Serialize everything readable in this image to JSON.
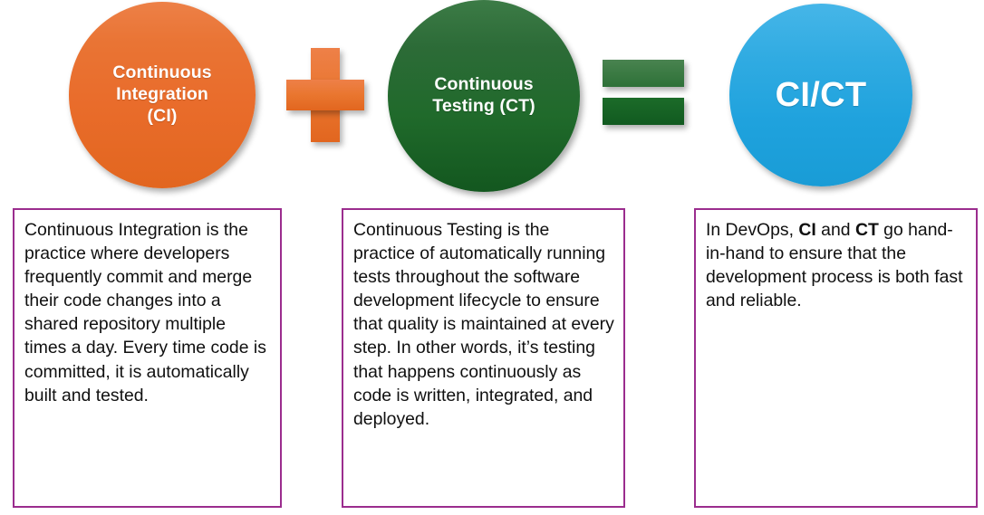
{
  "diagram": {
    "type": "equation-diagram",
    "title_concept": "CI + CT = CI/CT",
    "colors": {
      "ci_orange": "#E9762F",
      "ct_green": "#206A2B",
      "cict_blue": "#1FA2DD",
      "box_border_purple": "#9B2D8E",
      "text_black": "#101010",
      "circle_text_white": "#FFFFFF",
      "background": "#FFFFFF"
    },
    "nodes": [
      {
        "id": "ci",
        "shape": "circle",
        "label": "Continuous\nIntegration\n(CI)",
        "color": "#E9762F"
      },
      {
        "id": "ct",
        "shape": "circle",
        "label": "Continuous\nTesting (CT)",
        "color": "#206A2B"
      },
      {
        "id": "cict",
        "shape": "circle",
        "label": "CI/CT",
        "color": "#1FA2DD"
      }
    ],
    "operators": [
      {
        "id": "plus",
        "symbol": "+",
        "name": "plus-operator",
        "color": "#E9762F"
      },
      {
        "id": "equals",
        "symbol": "=",
        "name": "equals-operator",
        "color": "#206A2B"
      }
    ],
    "boxes": [
      {
        "id": "ci-description",
        "text": "Continuous Integration is the practice where developers frequently commit and merge their code changes into a shared repository multiple times a day. Every time code is committed, it is automatically built and tested."
      },
      {
        "id": "ct-description",
        "text": "Continuous Testing is the practice of automatically running tests throughout the software development lifecycle to ensure that quality is maintained at every step. In other words, it’s testing that happens continuously as code is written, integrated, and deployed."
      },
      {
        "id": "devops-description",
        "segments": [
          {
            "text": "In DevOps, ",
            "bold": false
          },
          {
            "text": "CI",
            "bold": true
          },
          {
            "text": " and ",
            "bold": false
          },
          {
            "text": "CT",
            "bold": true
          },
          {
            "text": " go hand-in-hand to ensure that the development process is both fast and reliable.",
            "bold": false
          }
        ],
        "plain_text": "In DevOps, CI and CT go hand-in-hand to ensure that the development process is both fast and reliable."
      }
    ]
  }
}
